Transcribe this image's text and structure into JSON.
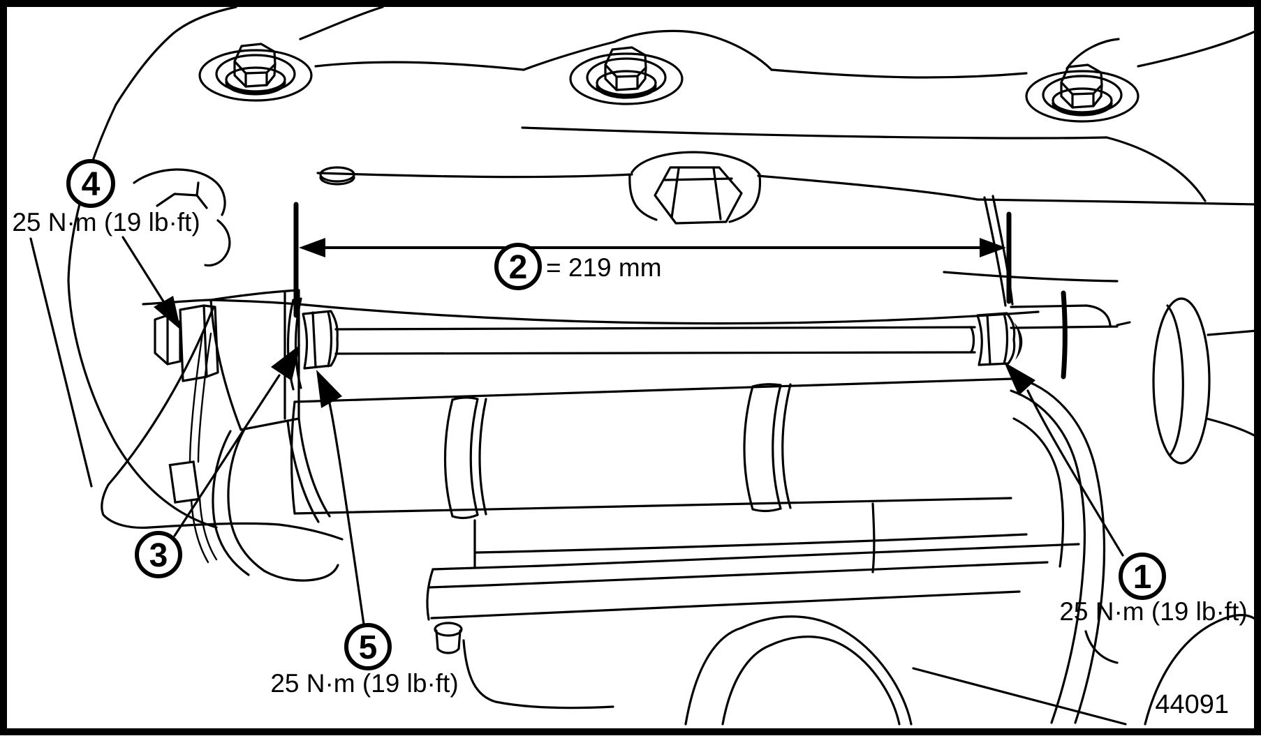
{
  "figure": {
    "id_label": "44091",
    "description": "Service manual line drawing of steering gear tie rod length adjustment under subframe",
    "colors": {
      "line": "#000000",
      "background": "#ffffff"
    }
  },
  "dimension": {
    "callout_number": "2",
    "value_label": "= 219 mm"
  },
  "callouts": {
    "c1": {
      "number": "1",
      "torque_label": "25 N·m (19 lb·ft)"
    },
    "c2": {
      "number": "2"
    },
    "c3": {
      "number": "3"
    },
    "c4": {
      "number": "4",
      "torque_label": "25 N·m (19 lb·ft)"
    },
    "c5": {
      "number": "5",
      "torque_label": "25 N·m (19 lb·ft)"
    }
  }
}
